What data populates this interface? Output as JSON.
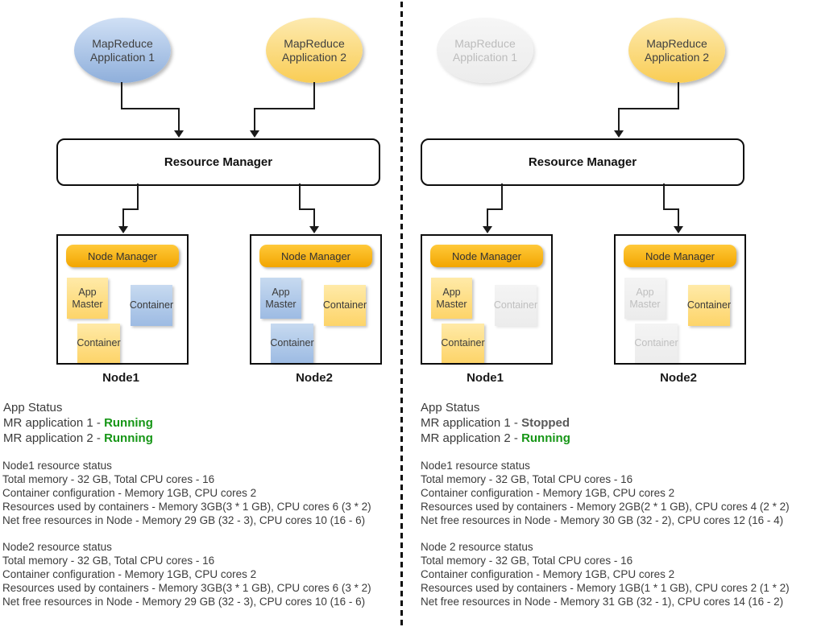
{
  "colors": {
    "running_green": "#169616",
    "stopped_gray": "#595959",
    "app1_blue": "#8fafdb",
    "app2_yellow": "#f9cd55",
    "node_manager_orange": "#f2a500",
    "inactive_gray": "#f0f0f0"
  },
  "panels": [
    {
      "name": "before-stop",
      "apps": [
        {
          "label": "MapReduce\nApplication 1",
          "variant": "blue"
        },
        {
          "label": "MapReduce\nApplication 2",
          "variant": "yellow"
        }
      ],
      "resource_manager_label": "Resource Manager",
      "nodes": [
        {
          "title": "Node1",
          "manager_label": "Node Manager",
          "chips": [
            {
              "label": "App\nMaster",
              "variant": "yellow"
            },
            {
              "label": "Container",
              "variant": "blue"
            },
            {
              "label": "Container",
              "variant": "yellow"
            }
          ]
        },
        {
          "title": "Node2",
          "manager_label": "Node Manager",
          "chips": [
            {
              "label": "App\nMaster",
              "variant": "blue"
            },
            {
              "label": "Container",
              "variant": "yellow"
            },
            {
              "label": "Container",
              "variant": "blue"
            }
          ]
        }
      ],
      "app_status": {
        "heading": "App Status",
        "lines": [
          {
            "prefix": "MR application 1 - ",
            "status": "Running",
            "color": "#169616"
          },
          {
            "prefix": "MR application 2 - ",
            "status": "Running",
            "color": "#169616"
          }
        ]
      },
      "node_status": [
        {
          "lines": [
            "Node1 resource status",
            "Total memory - 32 GB, Total CPU cores - 16",
            "Container configuration - Memory 1GB, CPU cores 2",
            "Resources used by containers - Memory 3GB(3 * 1 GB), CPU cores 6 (3 * 2)",
            "Net free resources in Node - Memory 29 GB (32 - 3), CPU cores 10 (16 - 6)"
          ]
        },
        {
          "lines": [
            "Node2 resource status",
            "Total memory - 32 GB, Total CPU cores - 16",
            "Container configuration - Memory 1GB, CPU cores 2",
            "Resources used by containers - Memory 3GB(3 * 1 GB), CPU cores 6 (3 * 2)",
            "Net free resources in Node - Memory 29 GB (32 - 3), CPU cores 10 (16 - 6)"
          ]
        }
      ]
    },
    {
      "name": "after-stop",
      "apps": [
        {
          "label": "MapReduce\nApplication 1",
          "variant": "gray"
        },
        {
          "label": "MapReduce\nApplication 2",
          "variant": "yellow"
        }
      ],
      "resource_manager_label": "Resource Manager",
      "nodes": [
        {
          "title": "Node1",
          "manager_label": "Node Manager",
          "chips": [
            {
              "label": "App\nMaster",
              "variant": "yellow"
            },
            {
              "label": "Container",
              "variant": "gray"
            },
            {
              "label": "Container",
              "variant": "yellow"
            }
          ]
        },
        {
          "title": "Node2",
          "manager_label": "Node Manager",
          "chips": [
            {
              "label": "App\nMaster",
              "variant": "gray"
            },
            {
              "label": "Container",
              "variant": "yellow"
            },
            {
              "label": "Container",
              "variant": "gray"
            }
          ]
        }
      ],
      "app_status": {
        "heading": "App Status",
        "lines": [
          {
            "prefix": "MR application 1 - ",
            "status": "Stopped",
            "color": "#595959"
          },
          {
            "prefix": "MR application 2 - ",
            "status": "Running",
            "color": "#169616"
          }
        ]
      },
      "node_status": [
        {
          "lines": [
            "Node1 resource status",
            "Total memory - 32 GB, Total CPU cores - 16",
            "Container configuration - Memory 1GB, CPU cores 2",
            "Resources used by containers - Memory 2GB(2 * 1 GB), CPU cores 4 (2 * 2)",
            "Net free resources in Node - Memory 30 GB (32 - 2), CPU cores 12 (16 - 4)"
          ]
        },
        {
          "lines": [
            "Node 2 resource status",
            "Total memory - 32 GB, Total CPU cores - 16",
            "Container configuration - Memory 1GB, CPU cores 2",
            "Resources used by containers - Memory 1GB(1 * 1 GB), CPU cores 2 (1 * 2)",
            "Net free resources in Node - Memory 31 GB (32 - 1), CPU cores 14 (16 - 2)"
          ]
        }
      ]
    }
  ]
}
